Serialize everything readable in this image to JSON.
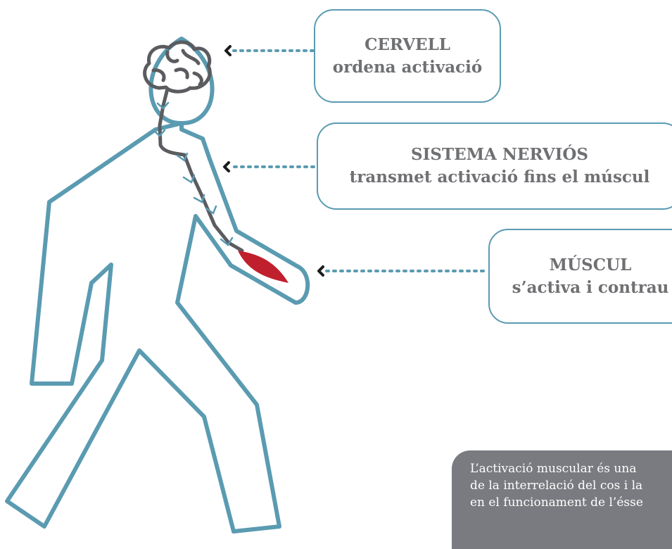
{
  "callouts": [
    {
      "id": "brain",
      "title": "CERVELL",
      "subtitle": "ordena activació"
    },
    {
      "id": "nerves",
      "title": "SISTEMA NERVIÓS",
      "subtitle": "transmet activació fins el múscul"
    },
    {
      "id": "muscle",
      "title": "MÚSCUL",
      "subtitle": "s’activa i contrau"
    }
  ],
  "note": {
    "lines": [
      "L’activació muscular és una",
      "de la interrelació del cos i la",
      "en el funcionament de l’ésse"
    ]
  },
  "colors": {
    "outline": "#5a9bb1",
    "nerve": "#5b5c60",
    "muscle": "#c0202e",
    "text": "#6f7073",
    "note_bg": "#7a7b80"
  },
  "icons": {
    "brain": "brain-icon",
    "muscle": "muscle-icon",
    "pointer": "chevron-left-icon"
  }
}
